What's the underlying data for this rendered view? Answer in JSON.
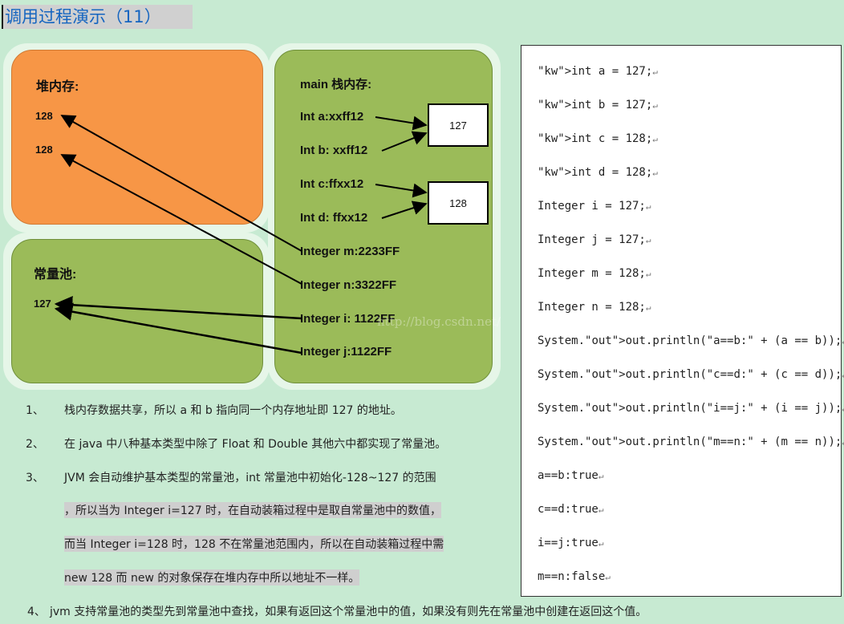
{
  "title": "调用过程演示（11）",
  "heap": {
    "label": "堆内存:",
    "values": [
      "128",
      "128"
    ]
  },
  "const_pool": {
    "label": "常量池:",
    "value": "127"
  },
  "stack": {
    "label": "main 栈内存:",
    "items": [
      "Int a:xxff12",
      "Int b: xxff12",
      "Int c:ffxx12",
      "Int d: ffxx12",
      "Integer m:2233FF",
      "Integer n:3322FF",
      "Integer i: 1122FF",
      "Integer j:1122FF"
    ]
  },
  "value_boxes": [
    "127",
    "128"
  ],
  "watermark": "http://blog.csdn.net/",
  "code_lines": [
    "int a = 127;",
    "int b = 127;",
    "int c = 128;",
    "int d = 128;",
    "Integer i = 127;",
    "Integer j = 127;",
    "Integer m = 128;",
    "Integer n = 128;",
    "System.out.println(\"a==b:\" + (a == b));",
    "System.out.println(\"c==d:\" + (c == d));",
    "System.out.println(\"i==j:\" + (i == j));",
    "System.out.println(\"m==n:\" + (m == n));",
    "a==b:true",
    "c==d:true",
    "i==j:true",
    "m==n:false"
  ],
  "notes": [
    {
      "num": "1、",
      "text": "栈内存数据共享，所以 a 和 b 指向同一个内存地址即 127 的地址。"
    },
    {
      "num": "2、",
      "text": "在 java 中八种基本类型中除了 Float 和 Double 其他六中都实现了常量池。"
    },
    {
      "num": "3、",
      "text": "JVM 会自动维护基本类型的常量池，int 常量池中初始化-128~127 的范围"
    },
    {
      "num": "",
      "text": "，所以当为 Integer  i=127 时，在自动装箱过程中是取自常量池中的数值，"
    },
    {
      "num": "",
      "text": "而当 Integer  i=128 时，128 不在常量池范围内，所以在自动装箱过程中需"
    },
    {
      "num": "",
      "text": "new 128 而 new 的对象保存在堆内存中所以地址不一样。"
    },
    {
      "num": "4、",
      "text": "jvm 支持常量池的类型先到常量池中查找，如果有返回这个常量池中的值，如果没有则先在常量池中创建在返回这个值。"
    }
  ]
}
